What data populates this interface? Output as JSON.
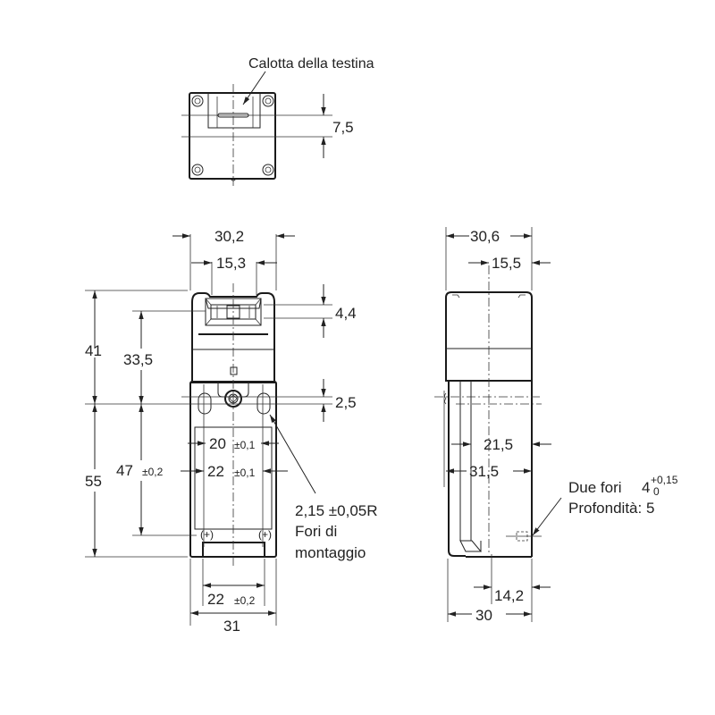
{
  "drawing": {
    "callouts": {
      "head_cap": "Calotta della testina",
      "mounting_holes_dim": "2,15 ±0,05R",
      "mounting_holes_line1": "Fori di",
      "mounting_holes_line2": "montaggio",
      "two_holes_label": "Due fori",
      "two_holes_nominal": "4",
      "two_holes_tol_upper": "+0,15",
      "two_holes_tol_lower": "0",
      "depth_label": "Profondità: 5"
    },
    "top_view": {
      "dim_7_5": "7,5"
    },
    "front_view": {
      "width_top": "30,2",
      "key_slot_width": "15,3",
      "slot_height": "4,4",
      "height_upper": "41",
      "height_to_slot": "33,5",
      "hole_offset": "2,5",
      "height_lower": "55",
      "hole_spacing_vertical": "47",
      "hole_spacing_vertical_tol": "±0,2",
      "hole_pitch_inner": "20",
      "hole_pitch_inner_tol": "±0,1",
      "hole_pitch_outer": "22",
      "hole_pitch_outer_tol": "±0,1",
      "base_slot_width": "22",
      "base_slot_width_tol": "±0,2",
      "base_width": "31"
    },
    "side_view": {
      "width_top": "30,6",
      "half_width_top": "15,5",
      "depth_21_5": "21,5",
      "depth_31_5": "31,5",
      "hole_offset": "14,2",
      "base_depth": "30"
    }
  }
}
